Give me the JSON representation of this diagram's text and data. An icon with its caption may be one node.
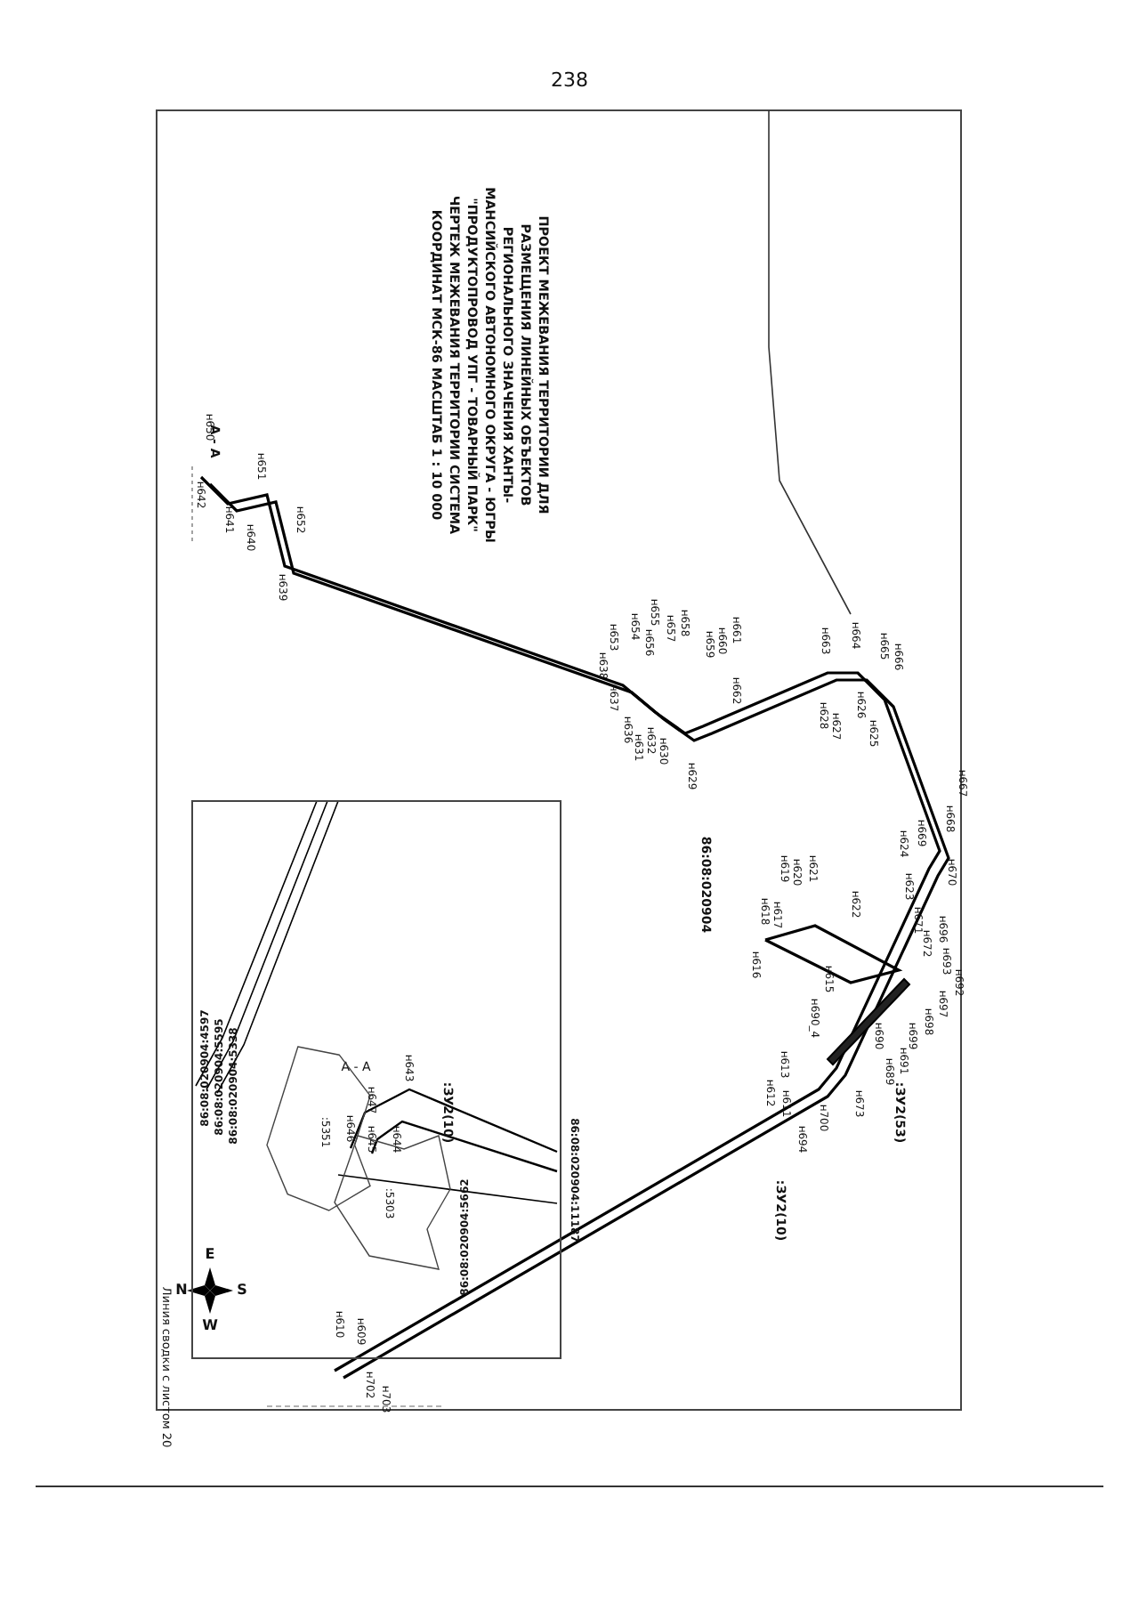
{
  "diagram": {
    "title": "ПРОЕКТ МЕЖЕВАНИЯ ТЕРРИТОРИИ ДЛЯ РАЗМЕЩЕНИЯ ЛИНЕЙНЫХ ОБЪЕКТОВ РЕГИОНАЛЬНОГО ЗНАЧЕНИЯ ХАНТЫ-МАНСИЙСКОГО АВТОНОМНОГО ОКРУГА - ЮГРЫ \"ПРОДУКТОПРОВОД УПГ - ТОВАРНЫЙ ПАРК\" ЧЕРТЕЖ МЕЖЕВАНИЯ ТЕРРИТОРИИ СИСТЕМА КООРДИНАТ МСК-86 МАСШТАБ 1 : 10 000",
    "nodes": [
      {
        "text": [
          "А - А"
        ]
      },
      {
        "text": [
          ":5351"
        ],
        "in": 0
      },
      {
        "text": [
          ":5303"
        ],
        "in": 0
      }
    ],
    "labels": [
      "238",
      "А - А",
      "н650",
      "н642",
      "н641",
      "н651",
      "н640",
      "н652",
      "н639",
      "н653",
      "н638",
      "н654",
      "н655",
      "н656",
      "н637",
      "н657",
      "н658",
      "н636",
      "н631",
      "н632",
      "н630",
      "н659",
      "н660",
      "н661",
      "н662",
      "н629",
      "н663",
      "н664",
      "н665",
      "н666",
      "н628",
      "н627",
      "н626",
      "н625",
      "н667",
      "н668",
      "н624",
      "н669",
      "н670",
      "н623",
      "н619",
      "н620",
      "н621",
      "н618",
      "н622",
      "86:08:020904",
      "н617",
      "н616",
      "н615",
      "н671",
      "н696",
      "н672",
      "н693",
      "н692",
      "н697",
      "н698",
      "н699",
      "н690_4",
      "н690",
      "н613",
      "н612",
      "н611",
      "н689",
      "н691",
      "н673",
      "н700",
      "н694",
      ":ЗУ2(53)",
      ":ЗУ2(10)",
      "н610",
      "н609",
      "н702",
      "н703",
      "Линия сводки с листом 20",
      "N",
      "E",
      "S",
      "W",
      "н647",
      "н643",
      "н646",
      "н645",
      "н644",
      ":ЗУ2(10)",
      "86:08:020904:4597",
      "86:08:020904:5595",
      "86:08:020904:5338",
      "86:08:020904:5662",
      "86:08:020904:11187"
    ]
  }
}
